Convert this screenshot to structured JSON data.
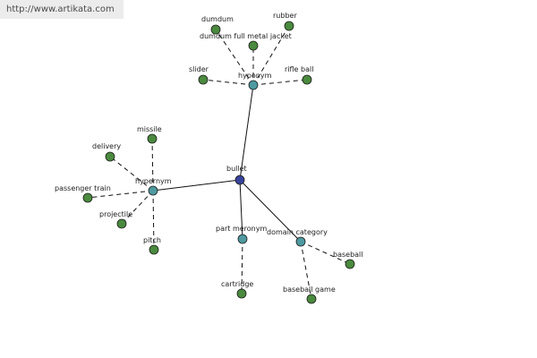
{
  "header": {
    "url": "http://www.artikata.com"
  },
  "colors": {
    "center": "#36439a",
    "relation": "#4e9aa0",
    "leaf": "#4a8a3e"
  },
  "nodes": {
    "center": "bullet",
    "hyponym_hub": "hyponym",
    "hypernym_hub": "hypernym",
    "part_meronym_hub": "part meronym",
    "domain_category_hub": "domain category",
    "dumdum": "dumdum",
    "rubber": "rubber",
    "dumdum_full_metal_jacket": "dumdum full metal jacket",
    "slider": "slider",
    "rifle_ball": "rifle ball",
    "missile": "missile",
    "delivery": "delivery",
    "passenger_train": "passenger train",
    "projectile": "projectile",
    "pitch": "pitch",
    "cartridge": "cartridge",
    "baseball": "baseball",
    "baseball_game": "baseball game"
  }
}
